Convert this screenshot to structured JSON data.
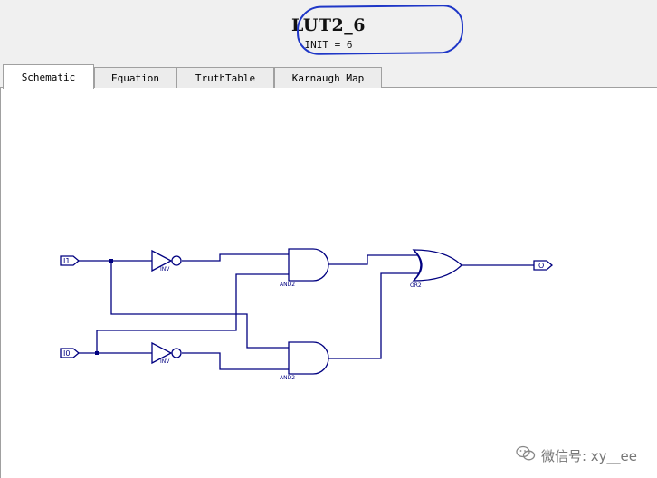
{
  "header": {
    "title": "LUT2_6",
    "subtitle": "INIT = 6"
  },
  "tabs": [
    {
      "label": "Schematic",
      "active": true
    },
    {
      "label": "Equation",
      "active": false
    },
    {
      "label": "TruthTable",
      "active": false
    },
    {
      "label": "Karnaugh Map",
      "active": false
    }
  ],
  "schematic": {
    "ports": {
      "in1": "I1",
      "in0": "I0",
      "out": "O"
    },
    "gates": {
      "inv_top": "INV",
      "inv_bottom": "INV",
      "and_top": "AND2",
      "and_bottom": "AND2",
      "or": "OR2"
    }
  },
  "watermark": {
    "text": "微信号: xy__ee",
    "icon": "wechat-icon"
  },
  "colors": {
    "wire": "#000080",
    "highlight": "#1f37c7",
    "header_bg": "#f0f0f0"
  }
}
